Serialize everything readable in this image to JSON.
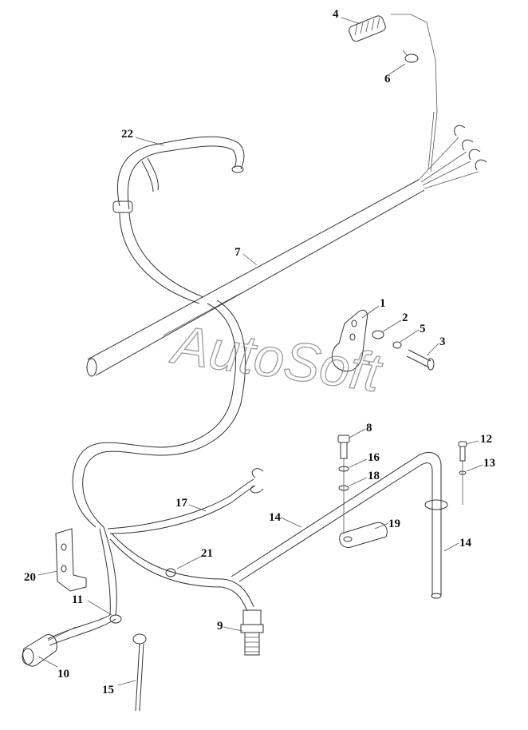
{
  "watermark": "AutoSoft",
  "callouts": [
    {
      "id": "c1",
      "label": "1"
    },
    {
      "id": "c2",
      "label": "2"
    },
    {
      "id": "c3",
      "label": "3"
    },
    {
      "id": "c4",
      "label": "4"
    },
    {
      "id": "c5",
      "label": "5"
    },
    {
      "id": "c6",
      "label": "6"
    },
    {
      "id": "c7",
      "label": "7"
    },
    {
      "id": "c8",
      "label": "8"
    },
    {
      "id": "c9",
      "label": "9"
    },
    {
      "id": "c10",
      "label": "10"
    },
    {
      "id": "c11",
      "label": "11"
    },
    {
      "id": "c12",
      "label": "12"
    },
    {
      "id": "c13",
      "label": "13"
    },
    {
      "id": "c14a",
      "label": "14"
    },
    {
      "id": "c14b",
      "label": "14"
    },
    {
      "id": "c15",
      "label": "15"
    },
    {
      "id": "c16",
      "label": "16"
    },
    {
      "id": "c17",
      "label": "17"
    },
    {
      "id": "c18",
      "label": "18"
    },
    {
      "id": "c19",
      "label": "19"
    },
    {
      "id": "c20",
      "label": "20"
    },
    {
      "id": "c21",
      "label": "21"
    },
    {
      "id": "c22",
      "label": "22"
    }
  ]
}
